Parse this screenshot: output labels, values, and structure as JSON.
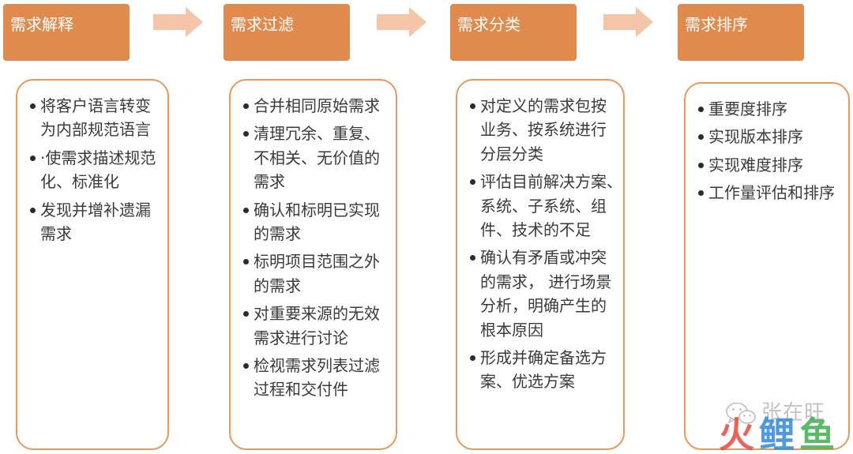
{
  "stages": [
    {
      "title": "需求解释",
      "bullets": [
        {
          "lines": [
            "将客户语言转变",
            "为内部规范语言"
          ]
        },
        {
          "lines": [
            "·使需求描述规范",
            "化、标准化"
          ]
        },
        {
          "lines": [
            "发现并增补遗漏",
            "需求"
          ]
        }
      ]
    },
    {
      "title": "需求过滤",
      "bullets": [
        {
          "lines": [
            "合并相同原始需求"
          ]
        },
        {
          "lines": [
            "清理冗余、重复、",
            "不相关、无价值的",
            "需求"
          ]
        },
        {
          "lines": [
            "确认和标明已实现",
            "的需求"
          ]
        },
        {
          "lines": [
            "标明项目范围之外",
            "的需求"
          ]
        },
        {
          "lines": [
            "对重要来源的无效",
            "需求进行讨论"
          ]
        },
        {
          "lines": [
            "检视需求列表过滤",
            "过程和交付件"
          ]
        }
      ]
    },
    {
      "title": "需求分类",
      "bullets": [
        {
          "lines": [
            "对定义的需求包按",
            "业务、按系统进行",
            "分层分类"
          ]
        },
        {
          "lines": [
            "评估目前解决方案、",
            "系统、子系统、组",
            "件、技术的不足"
          ]
        },
        {
          "lines": [
            "确认有矛盾或冲突",
            "的需求， 进行场景",
            "分析，明确产生的",
            "根本原因"
          ]
        },
        {
          "lines": [
            "形成并确定备选方",
            "案、优选方案"
          ]
        }
      ]
    },
    {
      "title": "需求排序",
      "bullets": [
        {
          "lines": [
            "重要度排序"
          ]
        },
        {
          "lines": [
            "实现版本排序"
          ]
        },
        {
          "lines": [
            "实现难度排序"
          ]
        },
        {
          "lines": [
            "工作量评估和排序"
          ]
        }
      ]
    }
  ],
  "watermark": {
    "icon": "wechat-icon",
    "author": "张在旺",
    "brand": [
      "火",
      "鲤",
      "鱼"
    ]
  },
  "colors": {
    "header_fill": "#E08A4D",
    "header_text": "#FFFFFF",
    "arrow_fill": "#F4C5A9",
    "box_border": "#E6995C",
    "box_fill": "#FFFFFF",
    "body_text": "#3A3A3A",
    "watermark_gray": "#B3B3B3",
    "brand_1": "#E8483D",
    "brand_2": "#3088DA",
    "brand_3": "#3EAE4F"
  }
}
